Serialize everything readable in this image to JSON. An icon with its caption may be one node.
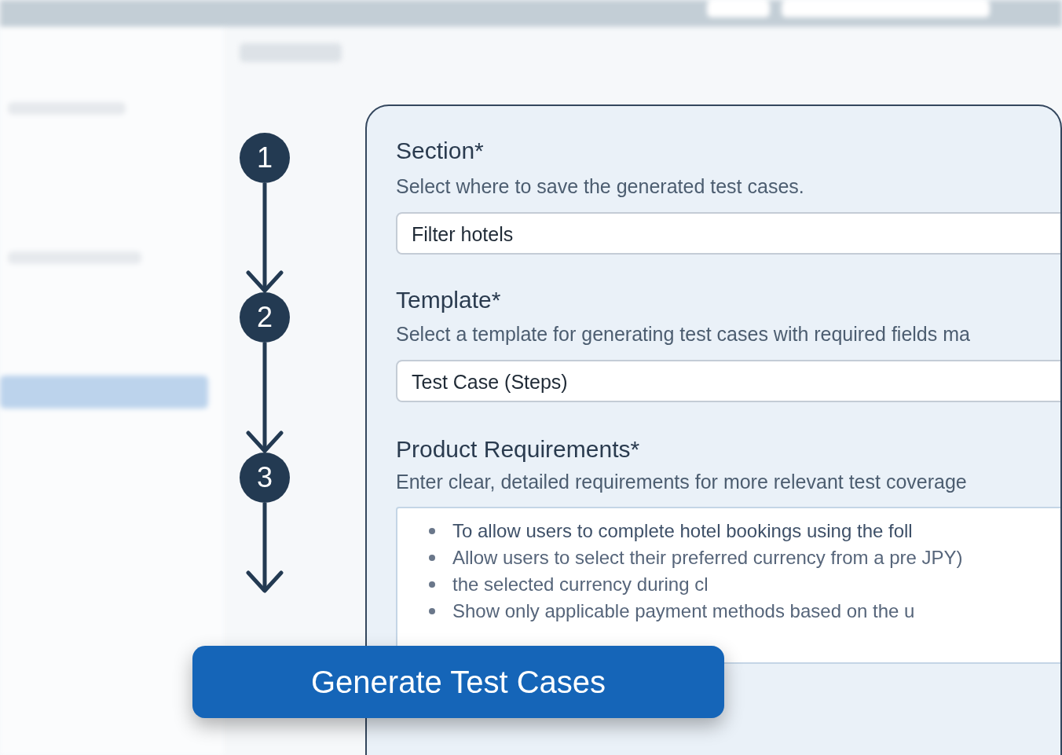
{
  "diagram": {
    "nodes": [
      {
        "text": [
          "1"
        ]
      },
      {
        "text": [
          "2"
        ]
      },
      {
        "text": [
          "3"
        ]
      },
      {
        "text": [
          "Section*",
          "Select where to save the generated test cases.",
          "Template*",
          "Select a template for generating test cases with required fields ma",
          "Product Requirements*",
          "Enter clear, detailed requirements for more relevant test coverage"
        ]
      },
      {
        "text": [
          "Filter hotels"
        ],
        "in": 3
      },
      {
        "text": [
          "Test Case (Steps)"
        ],
        "in": 3
      },
      {
        "text": [
          "To allow users to complete hotel bookings using the foll",
          "Allow users to select their preferred currency from a pre JPY)",
          "the selected currency during cl",
          "Show only applicable payment methods based on the u"
        ],
        "in": 3
      },
      {
        "text": [
          "Generate Test Cases"
        ]
      }
    ],
    "edges": [
      {
        "from": 0,
        "to": 1,
        "arrow": "to"
      },
      {
        "from": 1,
        "to": 2,
        "arrow": "to"
      },
      {
        "from": 2,
        "to": null,
        "arrow": "to"
      }
    ]
  }
}
